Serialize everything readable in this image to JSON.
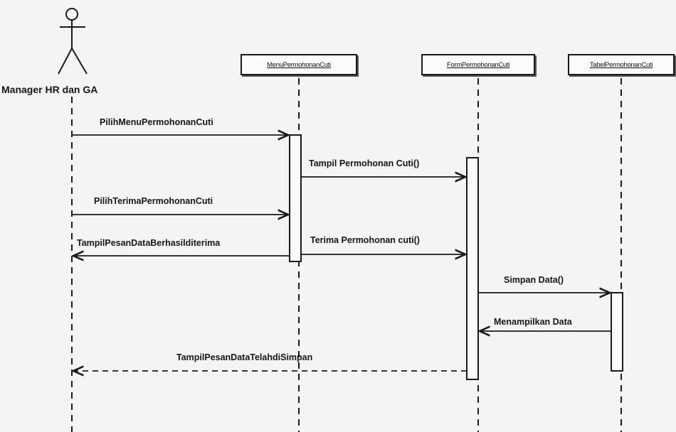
{
  "actor": {
    "label": "Manager HR dan GA"
  },
  "participants": [
    {
      "label": "MenuPermohonanCuti"
    },
    {
      "label": "FormPermohonanCuti"
    },
    {
      "label": "TabelPermohonanCuti"
    }
  ],
  "messages": [
    {
      "label": "PilihMenuPermohonanCuti"
    },
    {
      "label": "Tampil Permohonan Cuti()"
    },
    {
      "label": "PilihTerimaPermohonanCuti"
    },
    {
      "label": "TampilPesanDataBerhasilditerima"
    },
    {
      "label": "Terima Permohonan cuti()"
    },
    {
      "label": "Simpan Data()"
    },
    {
      "label": "Menampilkan Data"
    },
    {
      "label": "TampilPesanDataTelahdiSimpan"
    }
  ]
}
